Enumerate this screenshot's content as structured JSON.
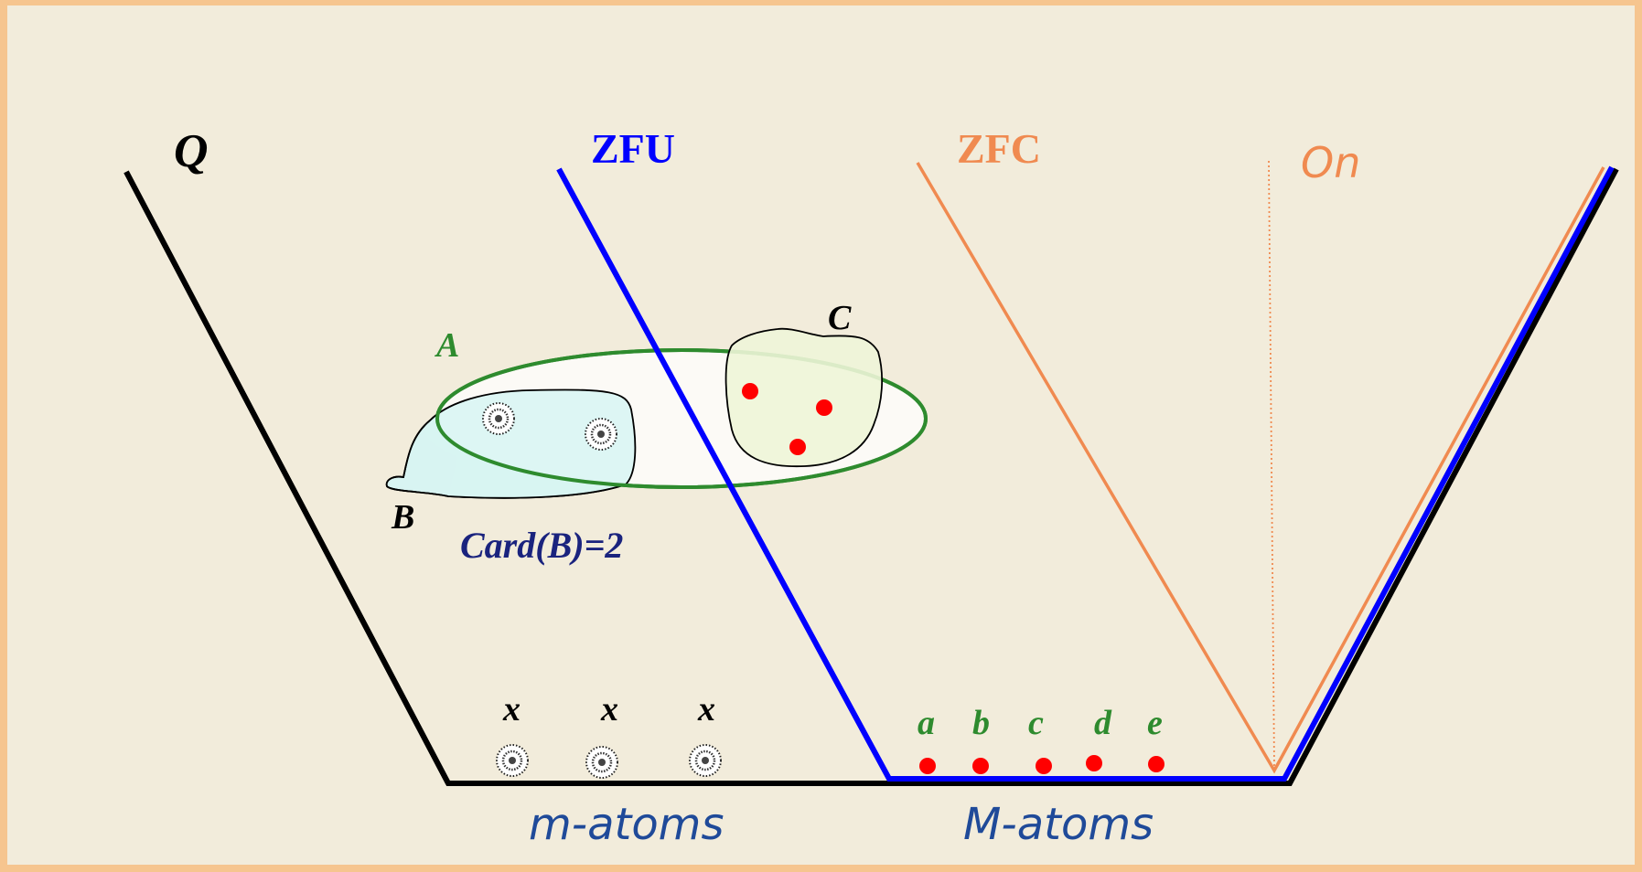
{
  "universes": {
    "q": "Q",
    "zfu": "ZFU",
    "zfc": "ZFC",
    "on": "On"
  },
  "sets": {
    "a": "A",
    "b": "B",
    "c": "C",
    "card_caption": "Card(B)=2"
  },
  "m_atoms": {
    "labels": [
      "x",
      "x",
      "x"
    ],
    "caption": "m-atoms"
  },
  "big_m_atoms": {
    "labels": [
      "a",
      "b",
      "c",
      "d",
      "e"
    ],
    "caption": "M-atoms"
  },
  "colors": {
    "background": "#f2ecdb",
    "frame": "#f6c58f",
    "q_line": "#000000",
    "zfu_line": "#0000ff",
    "zfc_line": "#f08a50",
    "set_a": "#2e8b2e",
    "set_b_fill": "#d8f4f2",
    "set_c_fill": "#eef5d8",
    "atom_dot": "#ff0000",
    "caption_blue": "#1f4a99",
    "card_text": "#1a237e"
  }
}
